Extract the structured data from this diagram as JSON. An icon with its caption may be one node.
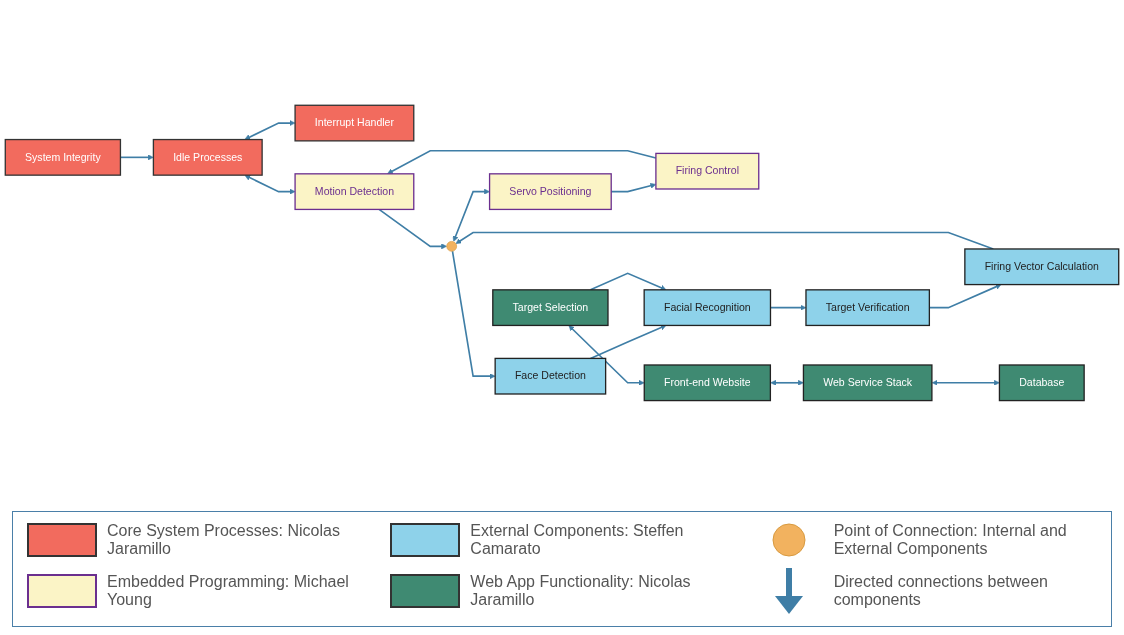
{
  "diagram": {
    "nodes": [
      {
        "text": [
          "System Integrity"
        ]
      },
      {
        "text": [
          "Idle Processes"
        ]
      },
      {
        "text": [
          "Interrupt Handler"
        ]
      },
      {
        "text": [
          "Motion Detection"
        ]
      },
      {
        "text": [
          "Firing Control"
        ]
      },
      {
        "text": [
          "Servo Positioning"
        ]
      },
      {
        "text": [
          "Face Detection"
        ]
      },
      {
        "text": [
          "Facial Recognition"
        ]
      },
      {
        "text": [
          "Target Verification"
        ]
      },
      {
        "text": [
          "Firing Vector Calculation"
        ]
      },
      {
        "text": [
          "Target Selection"
        ]
      },
      {
        "text": [
          "Front-end Website"
        ]
      },
      {
        "text": [
          "Web Service Stack"
        ]
      },
      {
        "text": [
          "Database"
        ]
      },
      {
        "text": [],
        "shape": "circle"
      }
    ],
    "edges": [
      {
        "from": 0,
        "to": 1,
        "arrow": "to"
      },
      {
        "from": 1,
        "to": 3,
        "arrow": "both"
      },
      {
        "from": 1,
        "to": 2,
        "arrow": "both"
      },
      {
        "from": 4,
        "to": 3,
        "arrow": "to"
      },
      {
        "from": 5,
        "to": 4,
        "arrow": "to"
      },
      {
        "from": 3,
        "to": 14,
        "arrow": "to"
      },
      {
        "from": 14,
        "to": 6,
        "arrow": "to"
      },
      {
        "from": 9,
        "to": 14,
        "arrow": "to"
      },
      {
        "from": 14,
        "to": 5,
        "arrow": "both"
      },
      {
        "from": 6,
        "to": 7,
        "arrow": "to"
      },
      {
        "from": 10,
        "to": 7,
        "arrow": "to"
      },
      {
        "from": 10,
        "to": 11,
        "arrow": "both"
      },
      {
        "from": 7,
        "to": 8,
        "arrow": "to"
      },
      {
        "from": 8,
        "to": 9,
        "arrow": "to"
      },
      {
        "from": 11,
        "to": 12,
        "arrow": "both"
      },
      {
        "from": 12,
        "to": 13,
        "arrow": "both"
      }
    ],
    "legend": [
      {
        "text": "Core System Processes: Nicolas Jaramillo",
        "color": "#f26b5e"
      },
      {
        "text": "External Components: Steffen Camarato",
        "color": "#8ed2ea"
      },
      {
        "text": "Point of Connection: Internal and External Components"
      },
      {
        "text": "Embedded Programming: Michael Young",
        "color": "#fbf4c6"
      },
      {
        "text": "Web App Functionality: Nicolas Jaramillo",
        "color": "#3f8a72"
      },
      {
        "text": "Directed connections between components"
      }
    ]
  }
}
